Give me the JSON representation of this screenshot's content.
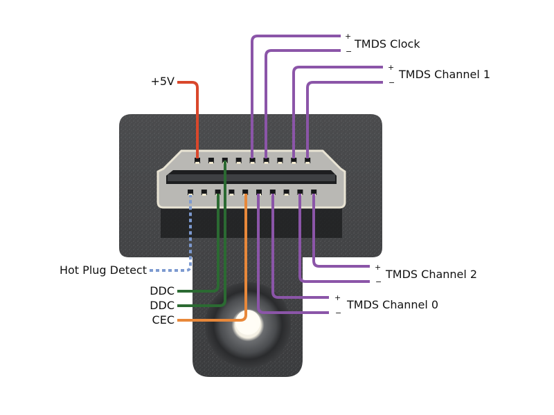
{
  "diagram": {
    "subject": "HDMI Type A connector pinout",
    "colors": {
      "power": "#d9472b",
      "tmds": "#8b55a8",
      "ddc": "#2b6a32",
      "cec": "#e8883a",
      "hot_plug": "#7d9ad0",
      "connector_body": "#3a3b3d",
      "connector_shell": "#c9c7c2",
      "background": "#ffffff"
    },
    "labels": {
      "power": "+5V",
      "tmds_clock": "TMDS Clock",
      "tmds_channel_1": "TMDS Channel 1",
      "tmds_channel_2": "TMDS Channel 2",
      "tmds_channel_0": "TMDS Channel 0",
      "hot_plug_detect": "Hot Plug Detect",
      "ddc_1": "DDC",
      "ddc_2": "DDC",
      "cec": "CEC"
    },
    "polarity": {
      "plus": "+",
      "minus": "−"
    },
    "pins": {
      "top_row_count": 9,
      "bottom_row_count": 10
    }
  }
}
